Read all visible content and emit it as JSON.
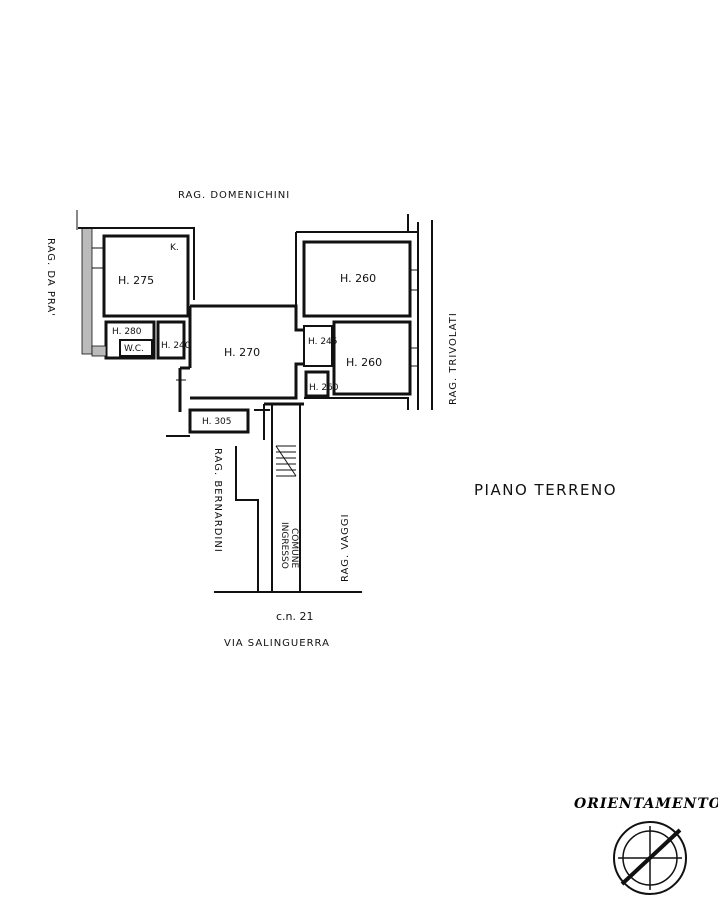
{
  "neighbours": {
    "north": "RAG. DOMENICHINI",
    "west": "RAG. DA PRA'",
    "east": "RAG. TRIVOLATI",
    "middle": "RAG. BERNARDINI",
    "south_east": "RAG. VAGGI"
  },
  "rooms": {
    "room_nw": "H. 275",
    "kitchen_mark": "K.",
    "room_ne": "H. 260",
    "room_small_a": "H. 280",
    "wc": "W.C.",
    "room_small_b": "H. 240",
    "room_central": "H. 270",
    "corridor_e": "H. 245",
    "room_e": "H. 260",
    "closet": "H. 260",
    "entry_hall": "H. 305",
    "common_entrance_line1": "INGRESSO",
    "common_entrance_line2": "COMUNE"
  },
  "street": {
    "number": "c.n. 21",
    "name": "VIA SALINGUERRA"
  },
  "floor_title": "PIANO TERRENO",
  "orientation_label": "ORIENTAMENTO"
}
